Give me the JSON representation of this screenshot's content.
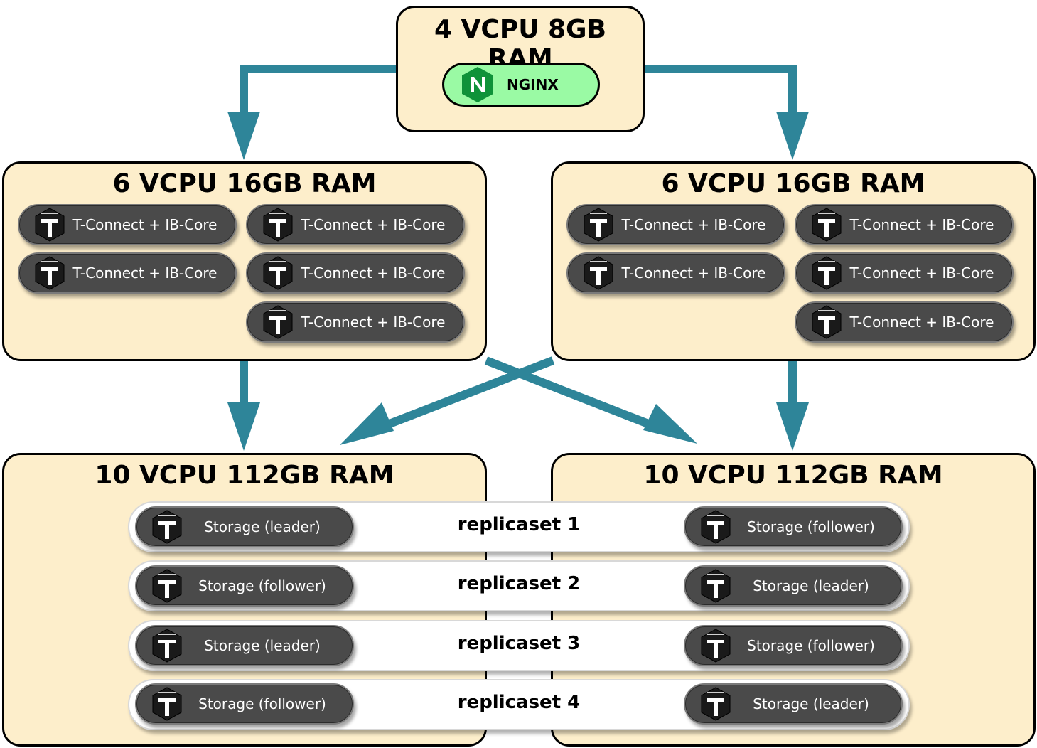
{
  "colors": {
    "box_fill": "#fdeecb",
    "arrow": "#2e8599",
    "pill": "#4a4a4a",
    "nginx_fill": "#9afaa4",
    "nginx_icon": "#0f9239"
  },
  "lb": {
    "title": "4 VCPU 8GB RAM",
    "service": "NGINX",
    "icon": "nginx-logo-icon"
  },
  "app_left": {
    "title": "6 VCPU 16GB RAM",
    "instances": [
      "T-Connect + IB-Core",
      "T-Connect + IB-Core",
      "T-Connect + IB-Core",
      "T-Connect + IB-Core",
      "T-Connect + IB-Core"
    ]
  },
  "app_right": {
    "title": "6 VCPU 16GB RAM",
    "instances": [
      "T-Connect + IB-Core",
      "T-Connect + IB-Core",
      "T-Connect + IB-Core",
      "T-Connect + IB-Core",
      "T-Connect + IB-Core"
    ]
  },
  "storage_left": {
    "title": "10 VCPU 112GB RAM"
  },
  "storage_right": {
    "title": "10 VCPU 112GB RAM"
  },
  "replicasets": [
    {
      "name": "replicaset 1",
      "left": "Storage (leader)",
      "right": "Storage (follower)"
    },
    {
      "name": "replicaset 2",
      "left": "Storage (follower)",
      "right": "Storage (leader)"
    },
    {
      "name": "replicaset 3",
      "left": "Storage (leader)",
      "right": "Storage (follower)"
    },
    {
      "name": "replicaset 4",
      "left": "Storage (follower)",
      "right": "Storage (leader)"
    }
  ],
  "icon_name": "tarantool-logo-icon"
}
